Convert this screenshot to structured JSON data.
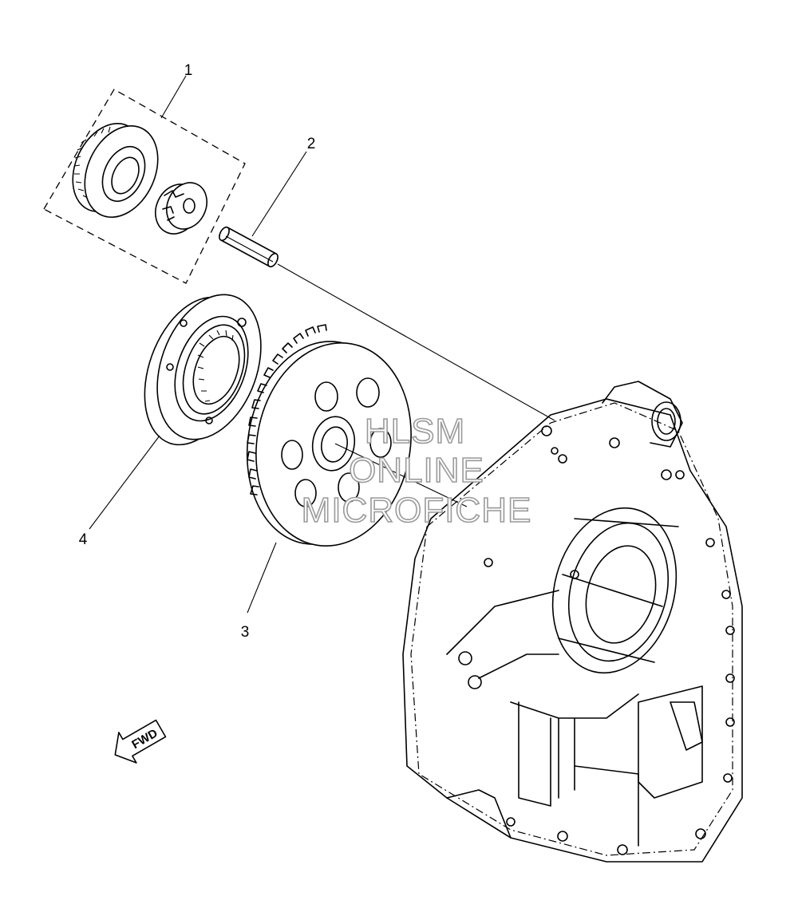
{
  "callouts": [
    {
      "id": "1",
      "label": "1"
    },
    {
      "id": "2",
      "label": "2"
    },
    {
      "id": "3",
      "label": "3"
    },
    {
      "id": "4",
      "label": "4"
    }
  ],
  "watermark": {
    "line1": "HLSM",
    "line2": "ONLINE",
    "line3": "MICROFICHE"
  },
  "direction_arrow": {
    "label": "FWD"
  },
  "colors": {
    "line": "#000000",
    "background": "#ffffff",
    "watermark_outline": "#9a9a9a"
  }
}
